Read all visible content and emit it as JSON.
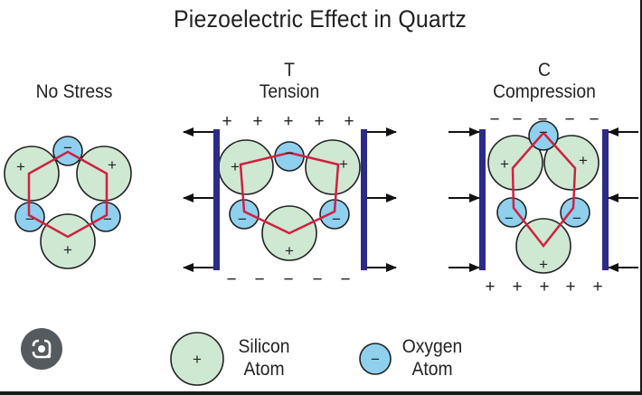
{
  "title": "Piezoelectric Effect in Quartz",
  "panels": {
    "no_stress": {
      "heading": "No Stress"
    },
    "tension": {
      "letter": "T",
      "heading": "Tension"
    },
    "compression": {
      "letter": "C",
      "heading": "Compression"
    }
  },
  "legend": {
    "silicon_line1": "Silicon",
    "silicon_line2": "Atom",
    "oxygen_line1": "Oxygen",
    "oxygen_line2": "Atom"
  },
  "symbols": {
    "plus": "+",
    "minus": "−"
  },
  "colors": {
    "silicon_fill": "#cfe8d2",
    "oxygen_fill": "#8fd0ef",
    "bond": "#d0213f",
    "plate": "#2b2b88",
    "stroke": "#222222"
  },
  "icons": {
    "lens": "lens-search-icon"
  }
}
